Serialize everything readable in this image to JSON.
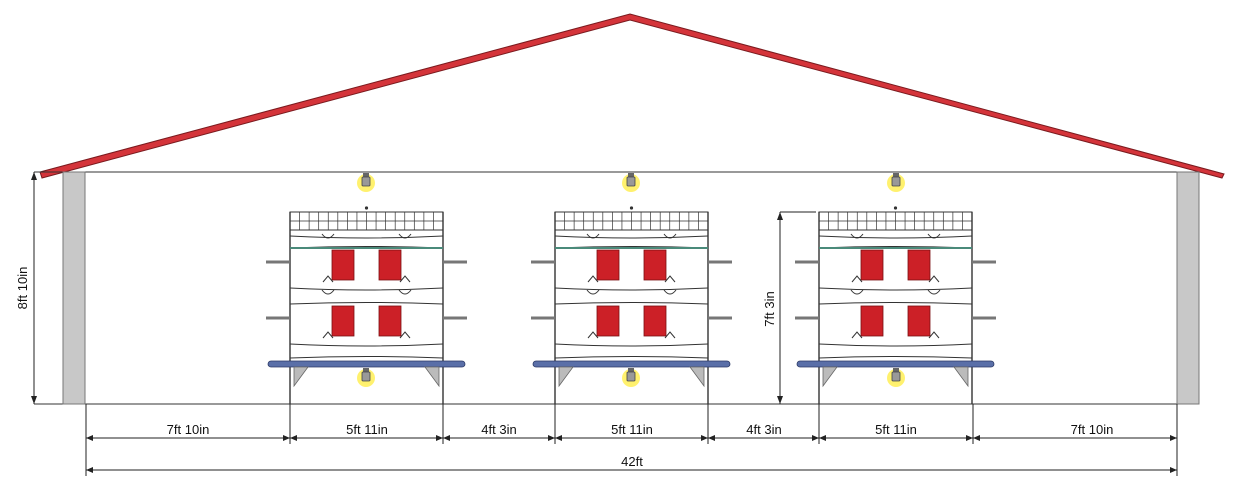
{
  "colors": {
    "roof": "#d4343a",
    "roof_edge": "#7a1a1e",
    "wall": "#c8c8c8",
    "cage_frame": "#333333",
    "feeder": "#cc2027",
    "feeder_edge": "#7a1012",
    "light_glow": "#ffee55",
    "manure_belt": "#5a6fa8",
    "water_line": "#4a8a7a"
  },
  "dimensions": {
    "wall_height": "8ft 10in",
    "cage_height": "7ft 3in",
    "aisle_outer_left": "7ft 10in",
    "cage_width_1": "5ft 11in",
    "aisle_inner_1": "4ft 3in",
    "cage_width_2": "5ft 11in",
    "aisle_inner_2": "4ft 3in",
    "cage_width_3": "5ft 11in",
    "aisle_outer_right": "7ft 10in",
    "total_width": "42ft"
  },
  "cages": [
    {
      "id": "cage-1"
    },
    {
      "id": "cage-2"
    },
    {
      "id": "cage-3"
    }
  ],
  "icons": [
    "ceiling-light-icon",
    "feeder-icon",
    "nipple-drinker-icon"
  ]
}
